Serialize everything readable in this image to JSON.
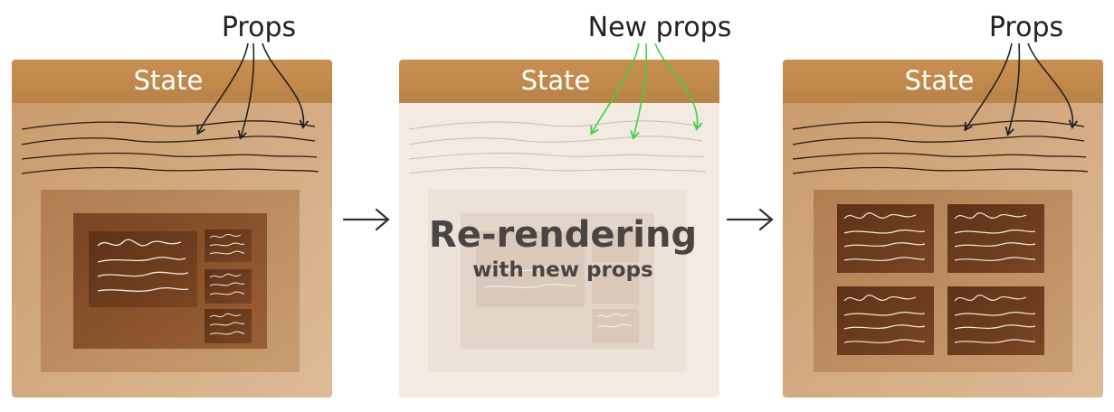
{
  "panels": [
    {
      "state_label": "State",
      "props_label": "Props"
    },
    {
      "state_label": "State",
      "props_label": "New props",
      "overlay_title": "Re-rendering",
      "overlay_subtitle": "with new props"
    },
    {
      "state_label": "State",
      "props_label": "Props"
    }
  ],
  "colors": {
    "header": "#c08a4e",
    "panel_body": "#d4ad85",
    "panel_body_light": "#f4ece4",
    "inner_box": "#bd8e62",
    "inner_dark": "#8a5230",
    "block_dark": "#6b3a1c",
    "new_props_arrow": "#39d43f",
    "flow_arrow": "#333333"
  },
  "icons": {
    "flow_arrow_1": "right-arrow-icon",
    "flow_arrow_2": "right-arrow-icon"
  }
}
